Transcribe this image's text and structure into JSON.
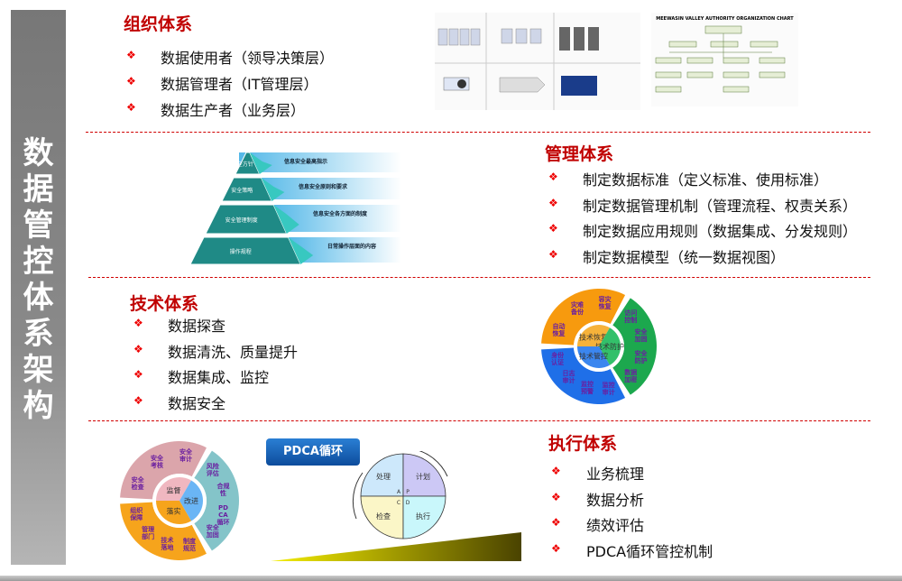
{
  "sidebar_title": "数据管控体系架构",
  "org": {
    "title": "组织体系",
    "items": [
      "数据使用者（领导决策层）",
      "数据管理者（IT管理层）",
      "数据生产者（业务层）"
    ],
    "chart_title": "MEEWASIN VALLEY AUTHORITY ORGANIZATION CHART"
  },
  "mgmt": {
    "title": "管理体系",
    "items": [
      "制定数据标准（定义标准、使用标准）",
      "制定数据管理机制（管理流程、权责关系）",
      "制定数据应用规则（数据集成、分发规则）",
      "制定数据模型（统一数据视图）"
    ],
    "pyramid": {
      "levels": [
        "安全方针",
        "安全策略",
        "安全管理制度",
        "操作规程"
      ],
      "descs": [
        "信息安全最高指示",
        "信息安全原则和要求",
        "信息安全各方面的制度",
        "日常操作层面的内容"
      ]
    }
  },
  "tech": {
    "title": "技术体系",
    "items": [
      "数据探查",
      "数据清洗、质量提升",
      "数据集成、监控",
      "数据安全"
    ],
    "wheel": {
      "center": [
        "技术恢复",
        "技术防护",
        "技术管控"
      ],
      "outer": [
        "自动恢复",
        "灾难备份",
        "容灾恢复",
        "访问控制",
        "安全加固",
        "安全防护",
        "数据加密",
        "监控审计",
        "监控预警",
        "日志审计",
        "身份认证"
      ]
    }
  },
  "exec": {
    "title": "执行体系",
    "items": [
      "业务梳理",
      "数据分析",
      "绩效评估",
      "PDCA循环管控机制"
    ],
    "pdca_label": "PDCA循环",
    "pdca": {
      "quadrants": [
        "处理",
        "计划",
        "检查",
        "执行"
      ],
      "letters": [
        "A",
        "P",
        "C",
        "D"
      ]
    },
    "wheel": {
      "center": [
        "监督",
        "改进",
        "落实"
      ],
      "outer": [
        "安全检查",
        "安全考核",
        "安全审计",
        "风险评估",
        "合规性",
        "PDCA循环",
        "安全加固",
        "制度规范",
        "技术落地",
        "管理部门",
        "组织保障"
      ]
    }
  }
}
